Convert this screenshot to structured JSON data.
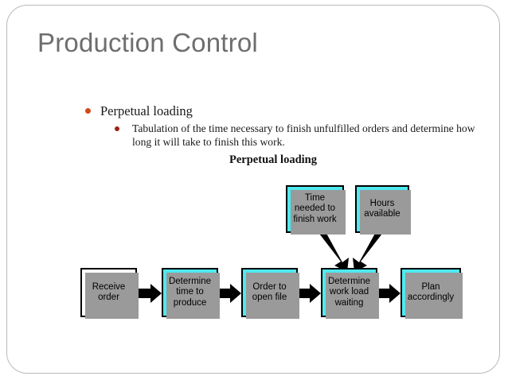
{
  "slide": {
    "title": "Production Control",
    "title_color": "#6e6e6e",
    "frame_color": "#b9b9b9",
    "background": "#ffffff"
  },
  "bullets": {
    "level1": {
      "text": "Perpetual loading",
      "marker": "bullet-dot",
      "marker_color": "#d24a17"
    },
    "level2": {
      "text": "Tabulation of the time necessary to finish unfulfilled orders and determine how long it will take to finish this work.",
      "marker": "bullet-dot",
      "marker_color": "#9c2318"
    }
  },
  "diagram": {
    "heading": "Perpetual loading",
    "node_fill": "#4ee9ee",
    "node_fill_alt": "#ffffff",
    "node_border": "#000000",
    "shadow_color": "#9a9a9a",
    "nodes": [
      {
        "id": "receive-order",
        "label": "Receive order",
        "fill": "white"
      },
      {
        "id": "determine-time",
        "label": "Determine time to produce",
        "fill": "cyan"
      },
      {
        "id": "order-open-file",
        "label": "Order to open file",
        "fill": "cyan"
      },
      {
        "id": "time-needed",
        "label": "Time needed to finish work",
        "fill": "cyan"
      },
      {
        "id": "hours-available",
        "label": "Hours available",
        "fill": "cyan"
      },
      {
        "id": "determine-load",
        "label": "Determine work load waiting",
        "fill": "cyan"
      },
      {
        "id": "plan",
        "label": "Plan accordingly",
        "fill": "cyan"
      }
    ],
    "edges": [
      {
        "from": "receive-order",
        "to": "determine-time",
        "style": "horizontal"
      },
      {
        "from": "determine-time",
        "to": "order-open-file",
        "style": "horizontal"
      },
      {
        "from": "order-open-file",
        "to": "determine-load",
        "style": "horizontal"
      },
      {
        "from": "determine-load",
        "to": "plan",
        "style": "horizontal"
      },
      {
        "from": "time-needed",
        "to": "determine-load",
        "style": "diagonal"
      },
      {
        "from": "hours-available",
        "to": "determine-load",
        "style": "diagonal"
      }
    ]
  }
}
